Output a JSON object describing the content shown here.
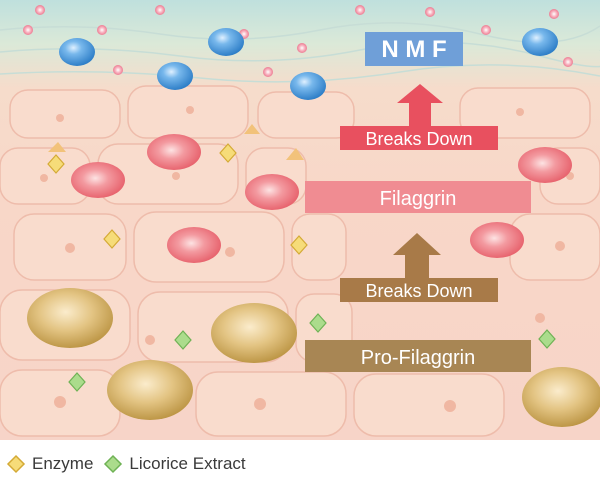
{
  "labels": {
    "nmf": "N M F",
    "breaks_down_top": "Breaks Down",
    "filaggrin": "Filaggrin",
    "breaks_down_bottom": "Breaks Down",
    "pro_filaggrin": "Pro-Filaggrin"
  },
  "legend": {
    "enzyme": "Enzyme",
    "licorice": "Licorice Extract"
  },
  "colors": {
    "nmf_box": "#6f9fd8",
    "breaks_down_top": "#e8505f",
    "filaggrin_box": "#f08c92",
    "breaks_down_bottom": "#a87a48",
    "pro_filaggrin_box": "#a88654",
    "enzyme": "#f3d66a",
    "licorice": "#9fd27f",
    "water_drop": "#3e8fd4",
    "red_sphere": "#e85c66",
    "gold_sphere": "#c9a44e"
  }
}
